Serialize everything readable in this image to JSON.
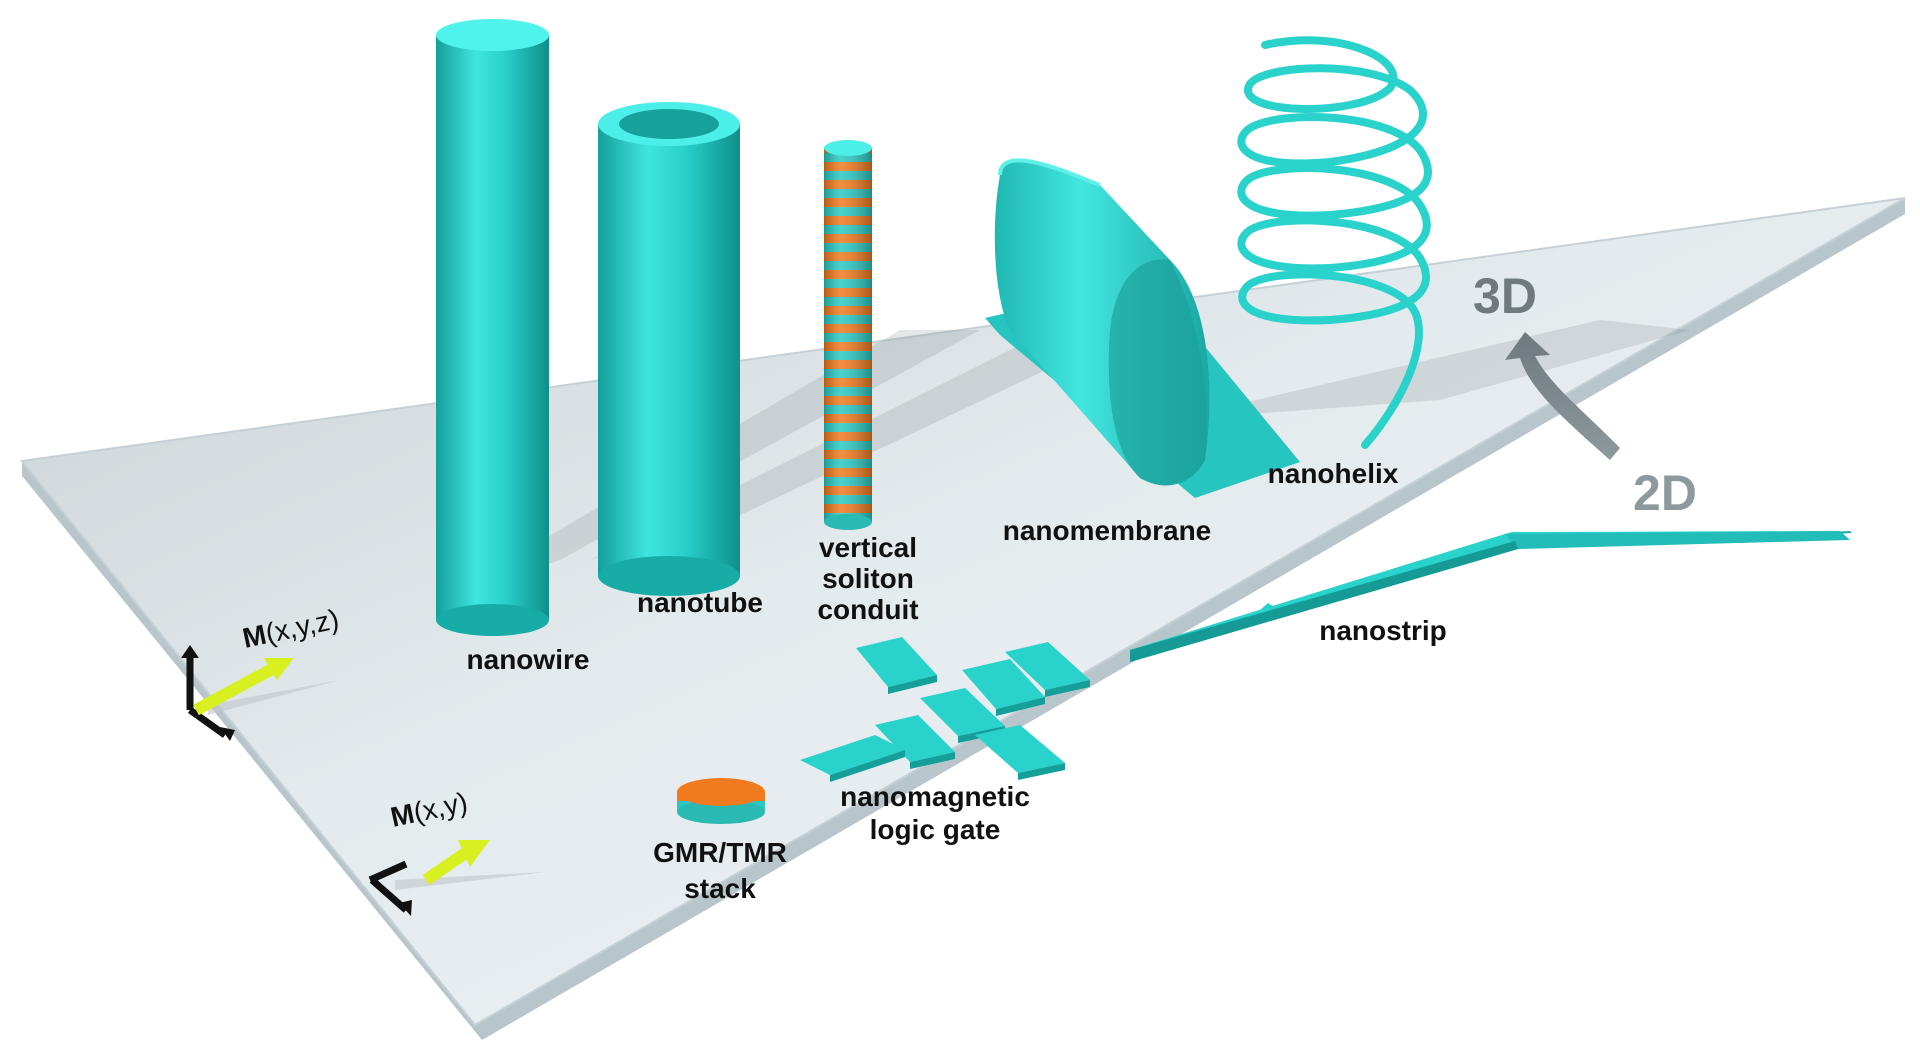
{
  "labels": {
    "nanowire": "nanowire",
    "nanotube": "nanotube",
    "soliton_line1": "vertical",
    "soliton_line2": "soliton",
    "soliton_line3": "conduit",
    "nanomembrane": "nanomembrane",
    "nanohelix": "nanohelix",
    "nanostrip": "nanostrip",
    "logic_line1": "nanomagnetic",
    "logic_line2": "logic gate",
    "stack_line1": "GMR/TMR",
    "stack_line2": "stack"
  },
  "magnetization": {
    "m3d_symbol": "M",
    "m3d_args": "(x,y,z)",
    "m2d_symbol": "M",
    "m2d_args": "(x,y)"
  },
  "dimensionality": {
    "upper": "3D",
    "lower": "2D"
  },
  "colors": {
    "teal": "#2ad2cc",
    "teal_dark": "#13a7a3",
    "teal_light": "#5ff0ea",
    "orange": "#f07a1e",
    "substrate": "#dde6ea",
    "substrate_edge": "#9fb1b8",
    "arrow_yellow": "#d8f020",
    "dim_gray": "#808a8e"
  }
}
